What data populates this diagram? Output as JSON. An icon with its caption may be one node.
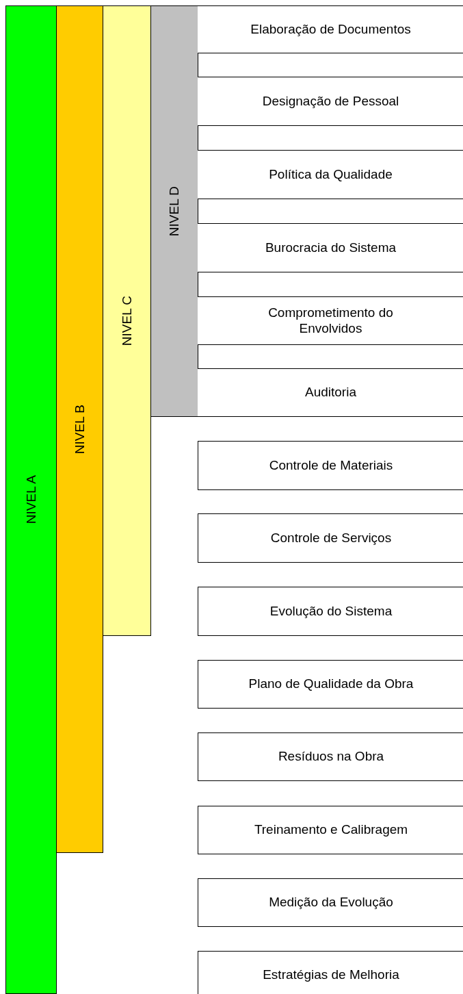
{
  "diagram": {
    "nodes": [
      {
        "text": [
          "NIVEL A"
        ]
      },
      {
        "text": [
          "NIVEL B"
        ]
      },
      {
        "text": [
          "NIVEL C"
        ]
      },
      {
        "text": [
          "NIVEL D"
        ]
      },
      {
        "text": [
          "Elaboração de Documentos"
        ]
      },
      {
        "text": [
          "Designação de Pessoal"
        ]
      },
      {
        "text": [
          "Política da Qualidade"
        ]
      },
      {
        "text": [
          "Burocracia do Sistema"
        ]
      },
      {
        "text": [
          "Comprometimento do Envolvidos"
        ]
      },
      {
        "text": [
          "Auditoria"
        ]
      },
      {
        "text": [
          "Controle de Materiais"
        ]
      },
      {
        "text": [
          "Controle de Serviços"
        ]
      },
      {
        "text": [
          "Evolução do Sistema"
        ]
      },
      {
        "text": [
          "Plano de Qualidade da Obra"
        ]
      },
      {
        "text": [
          "Resíduos na Obra"
        ]
      },
      {
        "text": [
          "Treinamento e Calibragem"
        ]
      },
      {
        "text": [
          "Medição da Evolução"
        ]
      },
      {
        "text": [
          "Estratégias de Melhoria"
        ]
      }
    ]
  }
}
